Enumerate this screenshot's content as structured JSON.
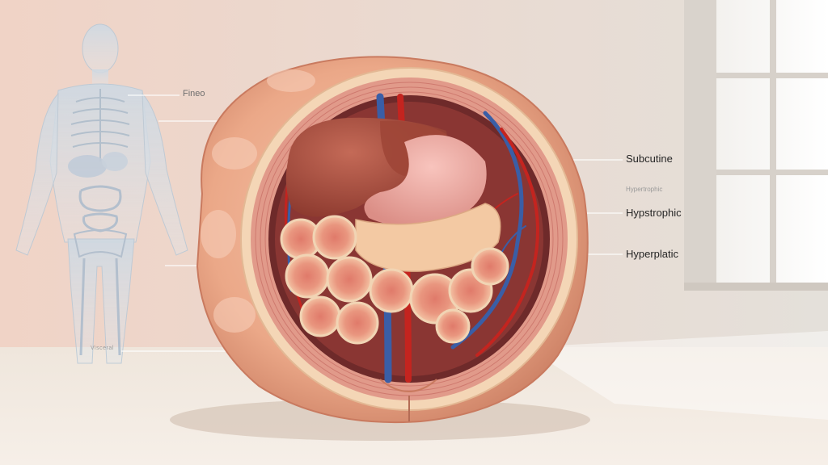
{
  "labels": {
    "fineo": "Fineo",
    "subcutaneous": "Subcutine",
    "hyper_small": "Hypertrophic",
    "hypertrophic": "Hypstrophic",
    "hyperplastic": "Hyperplatic",
    "body_lower": "Visceral"
  },
  "colors": {
    "wall": "#e9ab8e",
    "inner_wall": "#d9847c",
    "liver": "#a5473a",
    "stomach": "#e9a09a",
    "artery": "#c4241f",
    "vein": "#3a5ea6",
    "background": "#e8e1d8"
  }
}
